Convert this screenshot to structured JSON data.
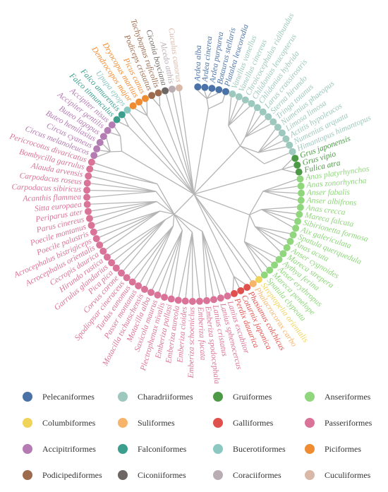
{
  "chart_data": {
    "type": "circular-phylogenetic-tree",
    "orders": [
      {
        "name": "Pelecaniformes",
        "color": "#4a72a6"
      },
      {
        "name": "Charadriiformes",
        "color": "#9dc8bd"
      },
      {
        "name": "Gruiformes",
        "color": "#4c9a46"
      },
      {
        "name": "Anseriformes",
        "color": "#8fd67c"
      },
      {
        "name": "Columbiformes",
        "color": "#f0d45a"
      },
      {
        "name": "Suliformes",
        "color": "#f7b56c"
      },
      {
        "name": "Galliformes",
        "color": "#e0514e"
      },
      {
        "name": "Passeriformes",
        "color": "#d97398"
      },
      {
        "name": "Accipitriformes",
        "color": "#b57bb3"
      },
      {
        "name": "Falconiformes",
        "color": "#3c9e8d"
      },
      {
        "name": "Bucerotiformes",
        "color": "#8cc8c2"
      },
      {
        "name": "Piciformes",
        "color": "#ef8c32"
      },
      {
        "name": "Podicipediformes",
        "color": "#9c6b4e"
      },
      {
        "name": "Ciconiiformes",
        "color": "#6e6662"
      },
      {
        "name": "Coraciiformes",
        "color": "#b9adb3"
      },
      {
        "name": "Cuculiformes",
        "color": "#d9b8a8"
      }
    ],
    "tips": [
      {
        "name": "Ardea alba",
        "order": "Pelecaniformes"
      },
      {
        "name": "Ardea cinerea",
        "order": "Pelecaniformes"
      },
      {
        "name": "Ardea purpurea",
        "order": "Pelecaniformes"
      },
      {
        "name": "Botaurus stellaris",
        "order": "Pelecaniformes"
      },
      {
        "name": "Platalea leucorodia",
        "order": "Pelecaniformes"
      },
      {
        "name": "Vanellus vanellus",
        "order": "Charadriiformes"
      },
      {
        "name": "Vanellus cinereus",
        "order": "Charadriiformes"
      },
      {
        "name": "Chroicocephalus ridibundus",
        "order": "Charadriiformes"
      },
      {
        "name": "Chlidonias leucopterus",
        "order": "Charadriiformes"
      },
      {
        "name": "Chlidonias hybrida",
        "order": "Charadriiformes"
      },
      {
        "name": "Larus crassirostris",
        "order": "Charadriiformes"
      },
      {
        "name": "Sterna hirundo",
        "order": "Charadriiformes"
      },
      {
        "name": "Tringa totanus",
        "order": "Charadriiformes"
      },
      {
        "name": "Numenius phaeopus",
        "order": "Charadriiformes"
      },
      {
        "name": "Limosa limosa",
        "order": "Charadriiformes"
      },
      {
        "name": "Actitis hypoleucos",
        "order": "Charadriiformes"
      },
      {
        "name": "Numenius arquata",
        "order": "Charadriiformes"
      },
      {
        "name": "Himantopus himantopus",
        "order": "Charadriiformes"
      },
      {
        "name": "Grus japonensis",
        "order": "Gruiformes"
      },
      {
        "name": "Grus vipio",
        "order": "Gruiformes"
      },
      {
        "name": "Fulica atra",
        "order": "Gruiformes"
      },
      {
        "name": "Anas platyrhynchos",
        "order": "Anseriformes"
      },
      {
        "name": "Anas zonorhyncha",
        "order": "Anseriformes"
      },
      {
        "name": "Anser fabalis",
        "order": "Anseriformes"
      },
      {
        "name": "Anser albifrons",
        "order": "Anseriformes"
      },
      {
        "name": "Anas crecca",
        "order": "Anseriformes"
      },
      {
        "name": "Mareca falcata",
        "order": "Anseriformes"
      },
      {
        "name": "Sibirionetta formosa",
        "order": "Anseriformes"
      },
      {
        "name": "Aix galericulata",
        "order": "Anseriformes"
      },
      {
        "name": "Spatula querquedula",
        "order": "Anseriformes"
      },
      {
        "name": "Anas acuta",
        "order": "Anseriformes"
      },
      {
        "name": "Anser cygnoides",
        "order": "Anseriformes"
      },
      {
        "name": "Mareca strepera",
        "order": "Anseriformes"
      },
      {
        "name": "Aythya ferina",
        "order": "Anseriformes"
      },
      {
        "name": "Anser erythropus",
        "order": "Anseriformes"
      },
      {
        "name": "Mareca penelope",
        "order": "Anseriformes"
      },
      {
        "name": "Spatula clypeata",
        "order": "Anseriformes"
      },
      {
        "name": "Streptopelia orientalis",
        "order": "Columbiformes"
      },
      {
        "name": "Phalacrocorax carbo",
        "order": "Suliformes"
      },
      {
        "name": "Phasianus colchicus",
        "order": "Galliformes"
      },
      {
        "name": "Coturnix japonica",
        "order": "Galliformes"
      },
      {
        "name": "Perdix dauurica",
        "order": "Galliformes"
      },
      {
        "name": "Lanius excubitor",
        "order": "Passeriformes"
      },
      {
        "name": "Lanius sphenocercus",
        "order": "Passeriformes"
      },
      {
        "name": "Lanius cristatus",
        "order": "Passeriformes"
      },
      {
        "name": "Emberiza spodocephala",
        "order": "Passeriformes"
      },
      {
        "name": "Emberiza fucata",
        "order": "Passeriformes"
      },
      {
        "name": "Emberiza schoeniclus",
        "order": "Passeriformes"
      },
      {
        "name": "Emberiza cioides",
        "order": "Passeriformes"
      },
      {
        "name": "Emberiza aureola",
        "order": "Passeriformes"
      },
      {
        "name": "Emberiza pallasi",
        "order": "Passeriformes"
      },
      {
        "name": "Plectrophenax nivalis",
        "order": "Passeriformes"
      },
      {
        "name": "Saxicola maurus",
        "order": "Passeriformes"
      },
      {
        "name": "Motacilla alba",
        "order": "Passeriformes"
      },
      {
        "name": "Motacilla tschutschensis",
        "order": "Passeriformes"
      },
      {
        "name": "Passer montanus",
        "order": "Passeriformes"
      },
      {
        "name": "Turdus eunomus",
        "order": "Passeriformes"
      },
      {
        "name": "Spodiopsar cineraceus",
        "order": "Passeriformes"
      },
      {
        "name": "Corvus corone",
        "order": "Passeriformes"
      },
      {
        "name": "Pica pica",
        "order": "Passeriformes"
      },
      {
        "name": "Garrulus glandarius",
        "order": "Passeriformes"
      },
      {
        "name": "Hirundo rustica",
        "order": "Passeriformes"
      },
      {
        "name": "Cecropis daurica",
        "order": "Passeriformes"
      },
      {
        "name": "Acrocephalus orientalis",
        "order": "Passeriformes"
      },
      {
        "name": "Acrocephalus bistrigiceps",
        "order": "Passeriformes"
      },
      {
        "name": "Poecile palustris",
        "order": "Passeriformes"
      },
      {
        "name": "Poecile montanus",
        "order": "Passeriformes"
      },
      {
        "name": "Parus cinereus",
        "order": "Passeriformes"
      },
      {
        "name": "Periparus ater",
        "order": "Passeriformes"
      },
      {
        "name": "Sitta europaea",
        "order": "Passeriformes"
      },
      {
        "name": "Acanthis flammea",
        "order": "Passeriformes"
      },
      {
        "name": "Carpodacus sibiricus",
        "order": "Passeriformes"
      },
      {
        "name": "Carpodacus roseus",
        "order": "Passeriformes"
      },
      {
        "name": "Alauda arvensis",
        "order": "Passeriformes"
      },
      {
        "name": "Bombycilla garrulus",
        "order": "Passeriformes"
      },
      {
        "name": "Pericrocotus divaricatus",
        "order": "Passeriformes"
      },
      {
        "name": "Circus melanoleucos",
        "order": "Accipitriformes"
      },
      {
        "name": "Circus cyaneus",
        "order": "Accipitriformes"
      },
      {
        "name": "Buteo hemilasius",
        "order": "Accipitriformes"
      },
      {
        "name": "Buteo lagopus",
        "order": "Accipitriformes"
      },
      {
        "name": "Accipiter gentilis",
        "order": "Accipitriformes"
      },
      {
        "name": "Accipiter nisus",
        "order": "Accipitriformes"
      },
      {
        "name": "Falco tinnunculus",
        "order": "Falconiformes"
      },
      {
        "name": "Falco amurensis",
        "order": "Falconiformes"
      },
      {
        "name": "Upupa epops",
        "order": "Bucerotiformes"
      },
      {
        "name": "Dendrocopos major",
        "order": "Piciformes"
      },
      {
        "name": "Dryocopus martius",
        "order": "Piciformes"
      },
      {
        "name": "Picus canus",
        "order": "Piciformes"
      },
      {
        "name": "Podiceps cristatus",
        "order": "Podicipediformes"
      },
      {
        "name": "Tachybaptus ruficollis",
        "order": "Podicipediformes"
      },
      {
        "name": "Ciconia boyciana",
        "order": "Ciconiiformes"
      },
      {
        "name": "Alcedo atthis",
        "order": "Coraciiformes"
      },
      {
        "name": "Cuculus canorus",
        "order": "Cuculiformes"
      }
    ]
  }
}
